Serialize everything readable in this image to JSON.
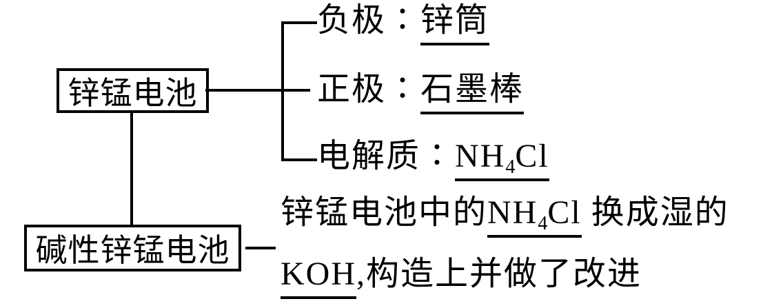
{
  "colors": {
    "ink": "#000000",
    "paper": "#ffffff"
  },
  "root_box": {
    "label": "锌锰电池"
  },
  "branches": [
    {
      "label": "负极",
      "colon": "∶",
      "value": "锌筒"
    },
    {
      "label": "正极",
      "colon": "∶",
      "value": "石墨棒"
    },
    {
      "label": "电解质",
      "colon": "∶",
      "formula": {
        "base1": "NH",
        "sub": "4",
        "base2": "Cl"
      }
    }
  ],
  "child_box": {
    "label": "碱性锌锰电池"
  },
  "note": {
    "line1": {
      "lead": "锌锰电池中的",
      "formula": {
        "base1": "NH",
        "sub": "4",
        "base2": "Cl"
      },
      "tail": " 换成湿的"
    },
    "line2": {
      "formula": "KOH",
      "tail": ",构造上并做了改进"
    }
  }
}
